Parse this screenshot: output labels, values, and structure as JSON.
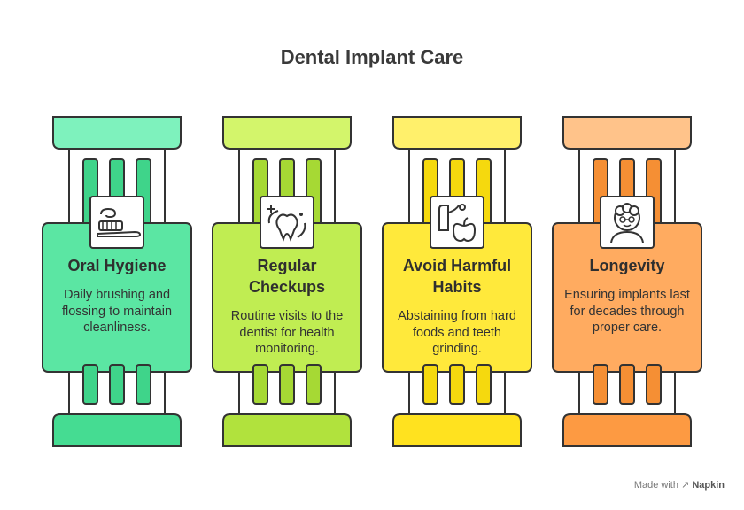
{
  "title": "Dental Implant Care",
  "pillars": [
    {
      "title": "Oral Hygiene",
      "description": "Daily brushing and flossing to maintain cleanliness.",
      "icon": "toothbrush-icon",
      "color_top": "#7ef2bd",
      "color_mid": "#5be6a3",
      "color_bottom": "#45dc92",
      "color_stripe": "#3fd48a"
    },
    {
      "title": "Regular Checkups",
      "description": "Routine visits to the dentist for health monitoring.",
      "icon": "tooth-checkup-icon",
      "color_top": "#d3f56b",
      "color_mid": "#c0ed52",
      "color_bottom": "#b1e23d",
      "color_stripe": "#a6d934"
    },
    {
      "title": "Avoid Harmful Habits",
      "description": "Abstaining from hard foods and teeth grinding.",
      "icon": "apple-habits-icon",
      "color_top": "#fff06b",
      "color_mid": "#ffe93b",
      "color_bottom": "#ffe21f",
      "color_stripe": "#f5d90e"
    },
    {
      "title": "Longevity",
      "description": "Ensuring implants last for decades through proper care.",
      "icon": "elderly-person-icon",
      "color_top": "#ffc38a",
      "color_mid": "#ffab60",
      "color_bottom": "#fd9a42",
      "color_stripe": "#f58f34"
    }
  ],
  "footer": {
    "made_with": "Made with",
    "brand": "Napkin"
  }
}
